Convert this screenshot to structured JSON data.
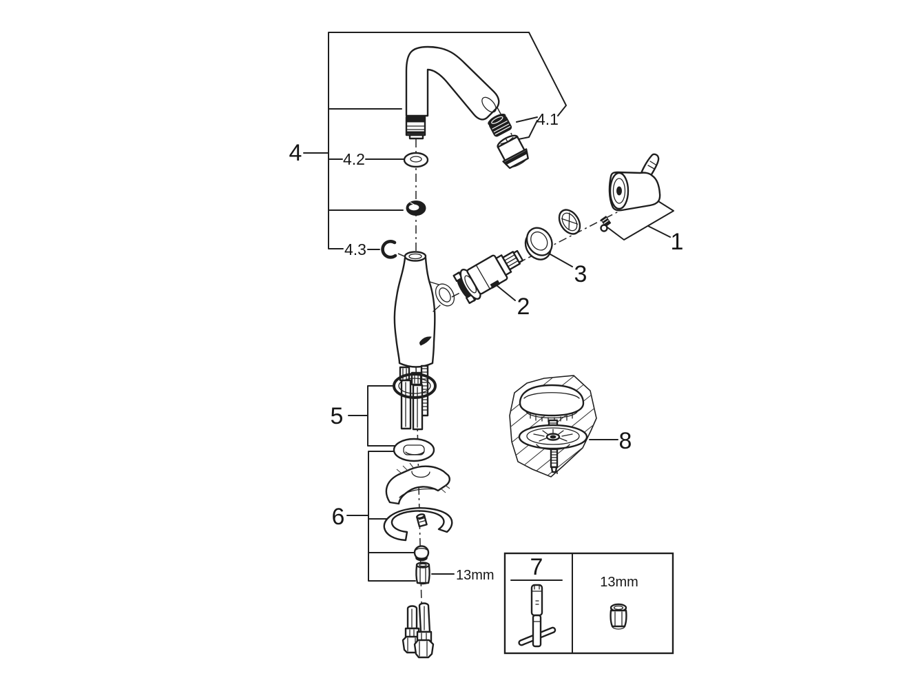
{
  "callouts": {
    "handle": "1",
    "cartridge": "2",
    "cartridge_cap": "3",
    "spout_group": "4",
    "aerator": "4.1",
    "o_ring": "4.2",
    "retaining_clip": "4.3",
    "mounting_upper": "5",
    "mounting_lower": "6",
    "mounting_nut_size": "13mm",
    "drain": "8"
  },
  "info_box": {
    "tool": "7",
    "wrench_size": "13mm"
  }
}
